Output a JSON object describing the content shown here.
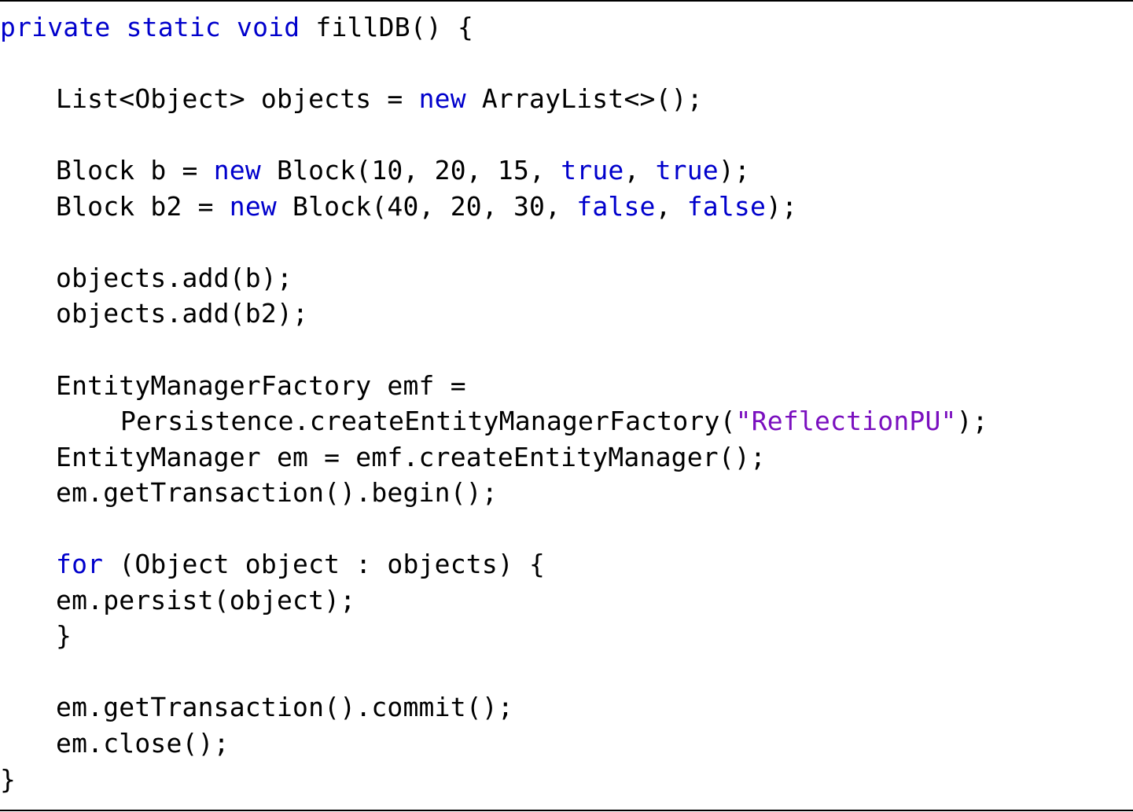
{
  "code_block": {
    "colors": {
      "plain": "#000000",
      "keyword": "#0000cc",
      "string": "#7a0fbf"
    },
    "lines": [
      {
        "indent": 0,
        "tokens": [
          {
            "text": "private",
            "type": "kw"
          },
          {
            "text": " ",
            "type": "plain"
          },
          {
            "text": "static",
            "type": "kw"
          },
          {
            "text": " ",
            "type": "plain"
          },
          {
            "text": "void",
            "type": "kw"
          },
          {
            "text": " fillDB() {",
            "type": "plain"
          }
        ]
      },
      {
        "indent": 0,
        "tokens": []
      },
      {
        "indent": 1,
        "tokens": [
          {
            "text": "List<Object> objects = ",
            "type": "plain"
          },
          {
            "text": "new",
            "type": "kw"
          },
          {
            "text": " ArrayList<>();",
            "type": "plain"
          }
        ]
      },
      {
        "indent": 0,
        "tokens": []
      },
      {
        "indent": 1,
        "tokens": [
          {
            "text": "Block b = ",
            "type": "plain"
          },
          {
            "text": "new",
            "type": "kw"
          },
          {
            "text": " Block(10, 20, 15, ",
            "type": "plain"
          },
          {
            "text": "true",
            "type": "kw"
          },
          {
            "text": ", ",
            "type": "plain"
          },
          {
            "text": "true",
            "type": "kw"
          },
          {
            "text": ");",
            "type": "plain"
          }
        ]
      },
      {
        "indent": 1,
        "tokens": [
          {
            "text": "Block b2 = ",
            "type": "plain"
          },
          {
            "text": "new",
            "type": "kw"
          },
          {
            "text": " Block(40, 20, 30, ",
            "type": "plain"
          },
          {
            "text": "false",
            "type": "kw"
          },
          {
            "text": ", ",
            "type": "plain"
          },
          {
            "text": "false",
            "type": "kw"
          },
          {
            "text": ");",
            "type": "plain"
          }
        ]
      },
      {
        "indent": 0,
        "tokens": []
      },
      {
        "indent": 1,
        "tokens": [
          {
            "text": "objects.add(b);",
            "type": "plain"
          }
        ]
      },
      {
        "indent": 1,
        "tokens": [
          {
            "text": "objects.add(b2);",
            "type": "plain"
          }
        ]
      },
      {
        "indent": 0,
        "tokens": []
      },
      {
        "indent": 1,
        "tokens": [
          {
            "text": "EntityManagerFactory emf =",
            "type": "plain"
          }
        ]
      },
      {
        "indent": 2,
        "tokens": [
          {
            "text": "Persistence.createEntityManagerFactory(",
            "type": "plain"
          },
          {
            "text": "\"ReflectionPU\"",
            "type": "str"
          },
          {
            "text": ");",
            "type": "plain"
          }
        ]
      },
      {
        "indent": 1,
        "tokens": [
          {
            "text": "EntityManager em = emf.createEntityManager();",
            "type": "plain"
          }
        ]
      },
      {
        "indent": 1,
        "tokens": [
          {
            "text": "em.getTransaction().begin();",
            "type": "plain"
          }
        ]
      },
      {
        "indent": 0,
        "tokens": []
      },
      {
        "indent": 1,
        "tokens": [
          {
            "text": "for",
            "type": "kw"
          },
          {
            "text": " (Object object : objects) {",
            "type": "plain"
          }
        ]
      },
      {
        "indent": 1,
        "tokens": [
          {
            "text": "em.persist(object);",
            "type": "plain"
          }
        ]
      },
      {
        "indent": 1,
        "tokens": [
          {
            "text": "}",
            "type": "plain"
          }
        ]
      },
      {
        "indent": 0,
        "tokens": []
      },
      {
        "indent": 1,
        "tokens": [
          {
            "text": "em.getTransaction().commit();",
            "type": "plain"
          }
        ]
      },
      {
        "indent": 1,
        "tokens": [
          {
            "text": "em.close();",
            "type": "plain"
          }
        ]
      },
      {
        "indent": 0,
        "tokens": [
          {
            "text": "}",
            "type": "plain"
          }
        ]
      }
    ]
  }
}
